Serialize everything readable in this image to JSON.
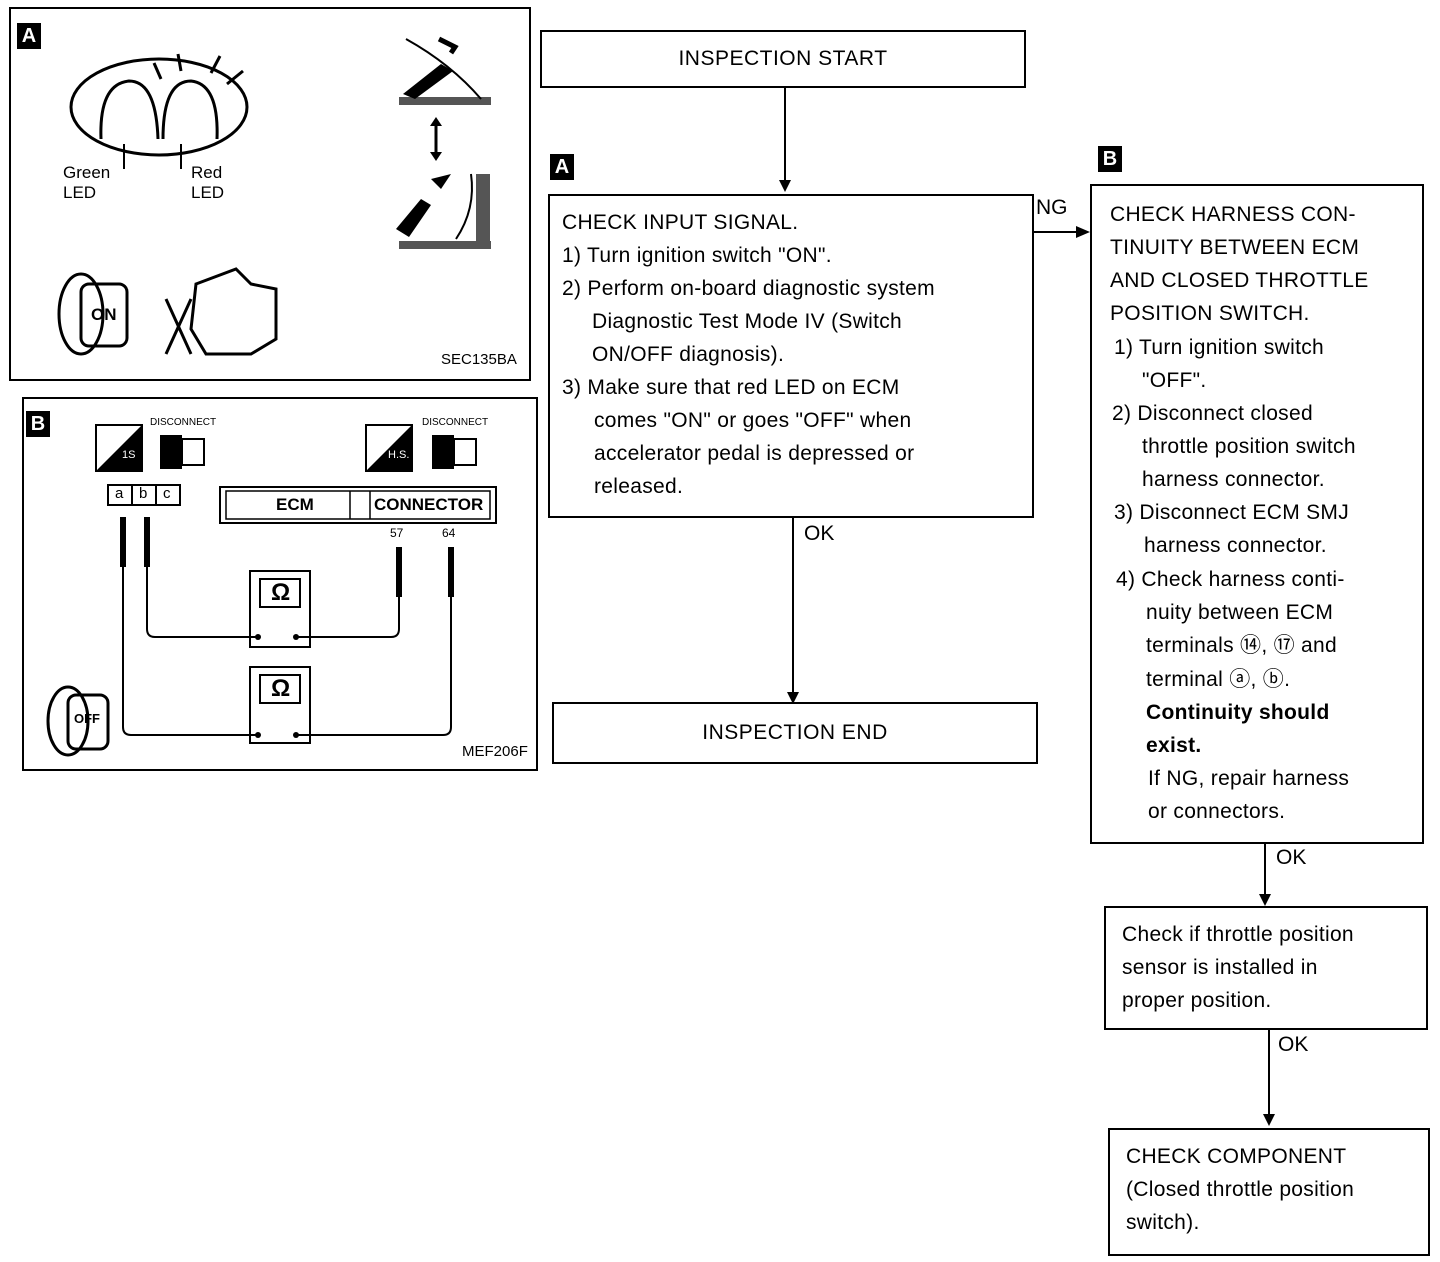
{
  "panel_a": {
    "tag": "A",
    "green_led_line1": "Green",
    "green_led_line2": "LED",
    "red_led_line1": "Red",
    "red_led_line2": "LED",
    "on_switch": "ON",
    "code": "SEC135BA"
  },
  "panel_b": {
    "tag": "B",
    "disconnect_left": "DISCONNECT",
    "disconnect_right": "DISCONNECT",
    "connector_icon_left": "1S",
    "connector_icon_right": "H.S.",
    "pin_a": "a",
    "pin_b": "b",
    "pin_c": "c",
    "ecm_label": "ECM",
    "connector_label": "CONNECTOR",
    "terminal_57": "57",
    "terminal_64": "64",
    "ohm_symbol": "Ω",
    "off_switch": "OFF",
    "code": "MEF206F"
  },
  "flow": {
    "start": "INSPECTION START",
    "end": "INSPECTION END",
    "tag_a": "A",
    "tag_b": "B",
    "ng": "NG",
    "ok1": "OK",
    "ok2": "OK",
    "ok3": "OK",
    "check_input": {
      "l1": "CHECK INPUT SIGNAL.",
      "l2": "1) Turn ignition switch \"ON\".",
      "l3": "2) Perform on-board diagnostic system",
      "l4": "Diagnostic Test Mode IV (Switch",
      "l5": "ON/OFF diagnosis).",
      "l6": "3) Make sure that red LED on ECM",
      "l7": "comes \"ON\" or goes \"OFF\" when",
      "l8": "accelerator pedal is depressed or",
      "l9": "released."
    },
    "check_harness": {
      "l1": "CHECK HARNESS CON-",
      "l2": "TINUITY BETWEEN ECM",
      "l3": "AND CLOSED THROTTLE",
      "l4": "POSITION SWITCH.",
      "l5": "1) Turn ignition switch",
      "l6": "\"OFF\".",
      "l7": "2) Disconnect closed",
      "l8": "throttle position switch",
      "l9": "harness connector.",
      "l10": "3) Disconnect ECM SMJ",
      "l11": "harness connector.",
      "l12": "4) Check harness conti-",
      "l13": "nuity between ECM",
      "l14": "terminals ⑭, ⑰ and",
      "l15": "terminal ⓐ, ⓑ.",
      "l16": "Continuity should",
      "l17": "exist.",
      "l18": "If NG, repair harness",
      "l19": "or connectors."
    },
    "check_sensor": {
      "l1": "Check if throttle position",
      "l2": "sensor is installed in",
      "l3": "proper position."
    },
    "check_component": {
      "l1": "CHECK COMPONENT",
      "l2": "(Closed throttle position",
      "l3": "switch)."
    }
  }
}
